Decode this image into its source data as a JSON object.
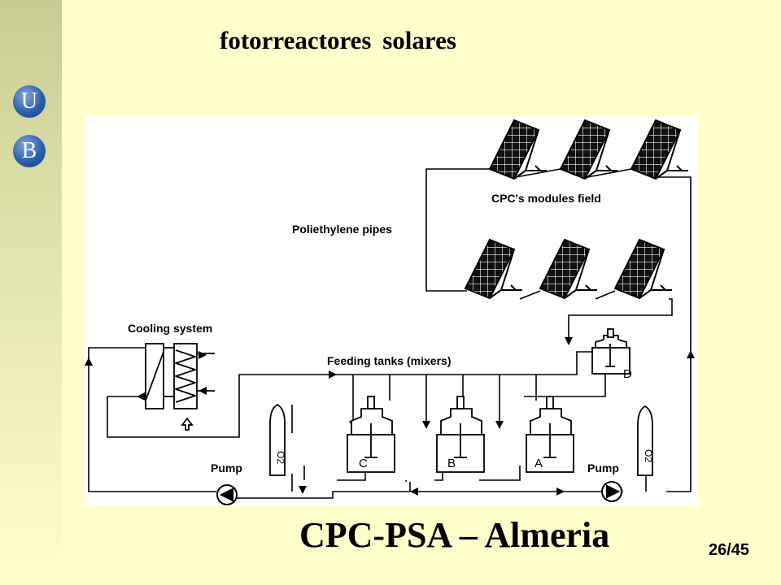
{
  "logo": {
    "letters": [
      "U",
      "B"
    ]
  },
  "slide": {
    "title": "fotorreactores solares",
    "caption": "CPC-PSA – Almeria",
    "page_number": "26/45"
  },
  "diagram": {
    "labels": {
      "cpc_field": "CPC's modules field",
      "pipes": "Poliethylene pipes",
      "cooling": "Cooling system",
      "feeding": "Feeding tanks (mixers)",
      "pump_left": "Pump",
      "pump_right": "Pump",
      "tank_a": "A",
      "tank_b": "B",
      "tank_c": "C",
      "tank_d": "D",
      "o2_left": "O2",
      "o2_right": "O2"
    }
  }
}
